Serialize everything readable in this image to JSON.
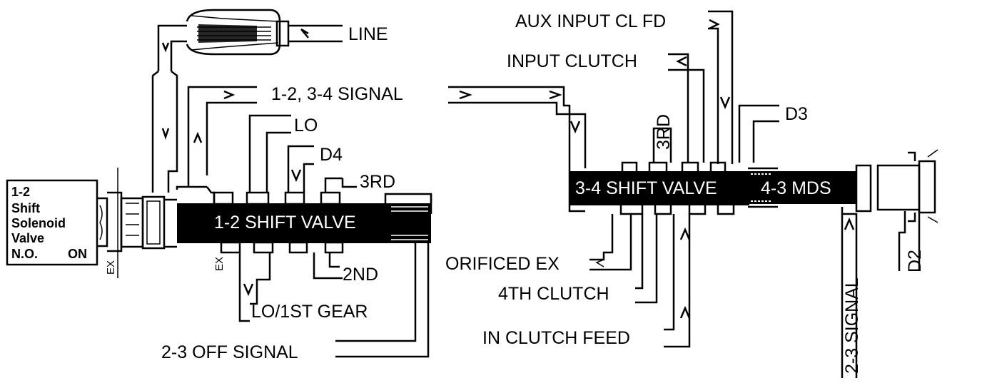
{
  "solenoid": {
    "line1": "1-2",
    "line2": "Shift",
    "line3": "Solenoid",
    "line4": "Valve",
    "line5": "N.O.",
    "state": "ON",
    "exhaust": "EX"
  },
  "valve_12": {
    "name": "1-2 SHIFT VALVE",
    "exhaust": "EX"
  },
  "valve_34": {
    "name": "3-4 SHIFT VALVE",
    "mds": "4-3 MDS"
  },
  "passages": {
    "line": "LINE",
    "signal_1234": "1-2, 3-4 SIGNAL",
    "lo": "LO",
    "d4": "D4",
    "third_left": "3RD",
    "second": "2ND",
    "lo_1st_gear": "LO/1ST GEAR",
    "off_signal_23": "2-3 OFF SIGNAL",
    "aux_input": "AUX INPUT CL FD",
    "input_clutch": "INPUT CLUTCH",
    "third_right": "3RD",
    "d3": "D3",
    "orificed_ex": "ORIFICED EX",
    "fourth_clutch": "4TH CLUTCH",
    "in_clutch_feed": "IN CLUTCH FEED",
    "signal_23": "2-3 SIGNAL",
    "d2": "D2"
  }
}
